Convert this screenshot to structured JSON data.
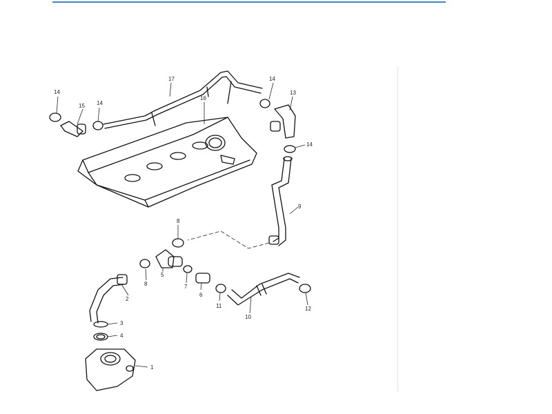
{
  "diagram": {
    "callouts": [
      {
        "id": "c1",
        "text": "14"
      },
      {
        "id": "c2",
        "text": "15"
      },
      {
        "id": "c3",
        "text": "14"
      },
      {
        "id": "c4",
        "text": "17"
      },
      {
        "id": "c5",
        "text": "16"
      },
      {
        "id": "c6",
        "text": "14"
      },
      {
        "id": "c7",
        "text": "13"
      },
      {
        "id": "c8",
        "text": "14"
      },
      {
        "id": "c9",
        "text": "9"
      },
      {
        "id": "c10",
        "text": "8"
      },
      {
        "id": "c11",
        "text": "8"
      },
      {
        "id": "c12",
        "text": "5"
      },
      {
        "id": "c13",
        "text": "7"
      },
      {
        "id": "c14",
        "text": "2"
      },
      {
        "id": "c15",
        "text": "6"
      },
      {
        "id": "c16",
        "text": "11"
      },
      {
        "id": "c17",
        "text": "10"
      },
      {
        "id": "c18",
        "text": "12"
      },
      {
        "id": "c19",
        "text": "3"
      },
      {
        "id": "c20",
        "text": "4"
      },
      {
        "id": "c21",
        "text": "1"
      }
    ]
  }
}
